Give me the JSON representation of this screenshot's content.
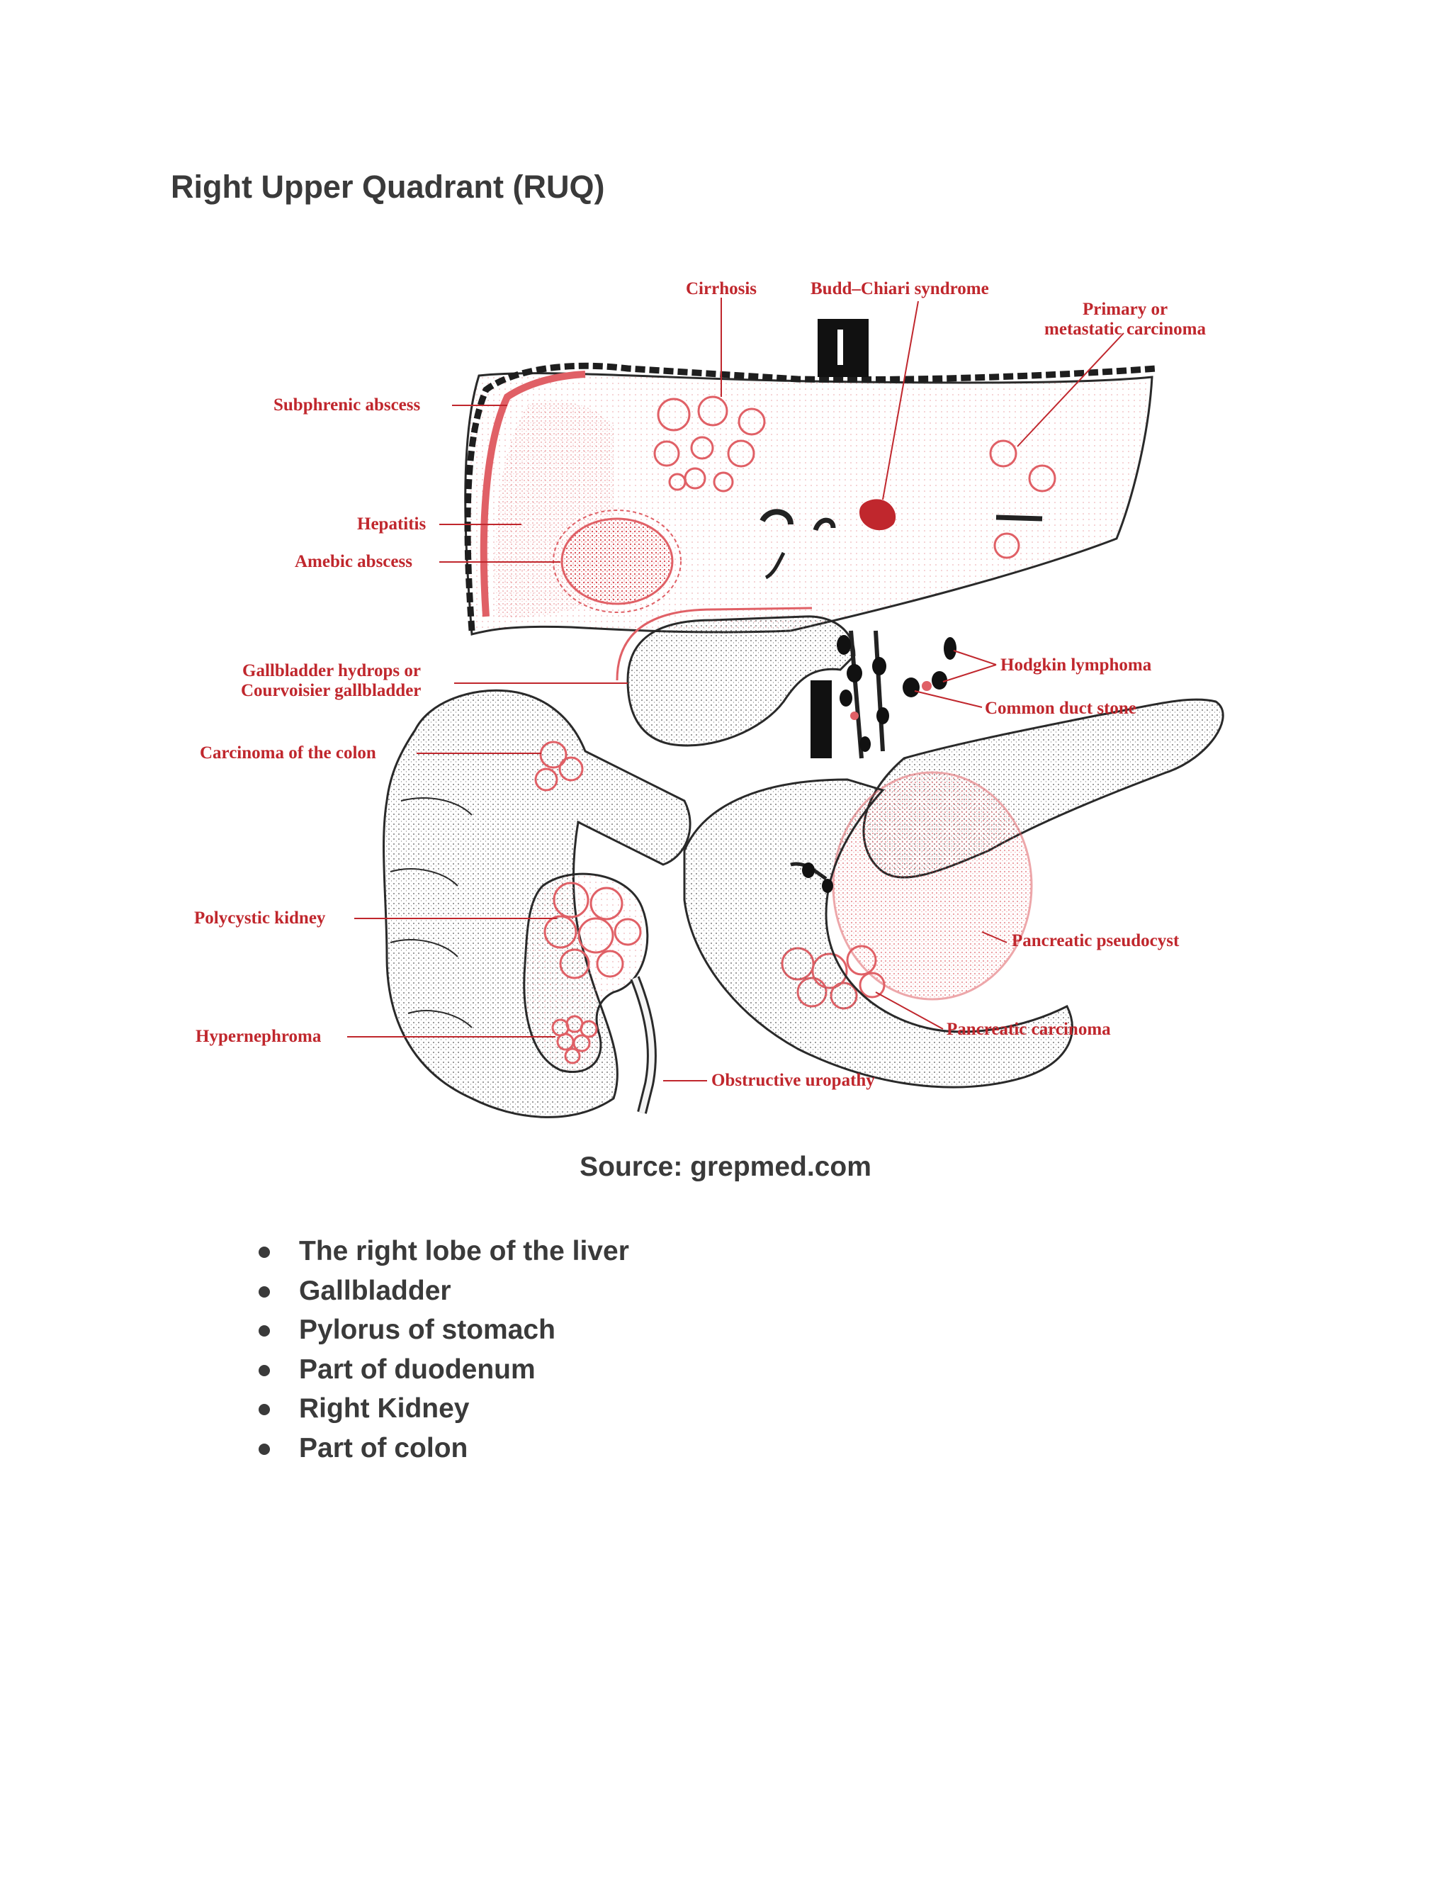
{
  "page": {
    "title": "Right Upper Quadrant (RUQ)",
    "caption": "Source: grepmed.com"
  },
  "figure": {
    "labels": {
      "cirrhosis": "Cirrhosis",
      "budd_chiari": "Budd–Chiari syndrome",
      "primary_1": "Primary or",
      "primary_2": "metastatic carcinoma",
      "subphrenic": "Subphrenic abscess",
      "hepatitis": "Hepatitis",
      "amebic": "Amebic abscess",
      "gallbladder_1": "Gallbladder hydrops or",
      "gallbladder_2": "Courvoisier gallbladder",
      "colon_carcinoma": "Carcinoma of the colon",
      "hodgkin": "Hodgkin lymphoma",
      "duct_stone": "Common duct stone",
      "polycystic": "Polycystic kidney",
      "pseudocyst": "Pancreatic pseudocyst",
      "hypernephroma": "Hypernephroma",
      "pancreatic_carcinoma": "Pancreatic carcinoma",
      "uropathy": "Obstructive uropathy"
    },
    "colors": {
      "label": "#c0272d",
      "lesion": "#e06066",
      "outline": "#2a2a2a"
    }
  },
  "bullets": [
    "The right lobe of the liver",
    "Gallbladder",
    "Pylorus of stomach",
    "Part of duodenum",
    "Right Kidney",
    "Part of colon"
  ]
}
